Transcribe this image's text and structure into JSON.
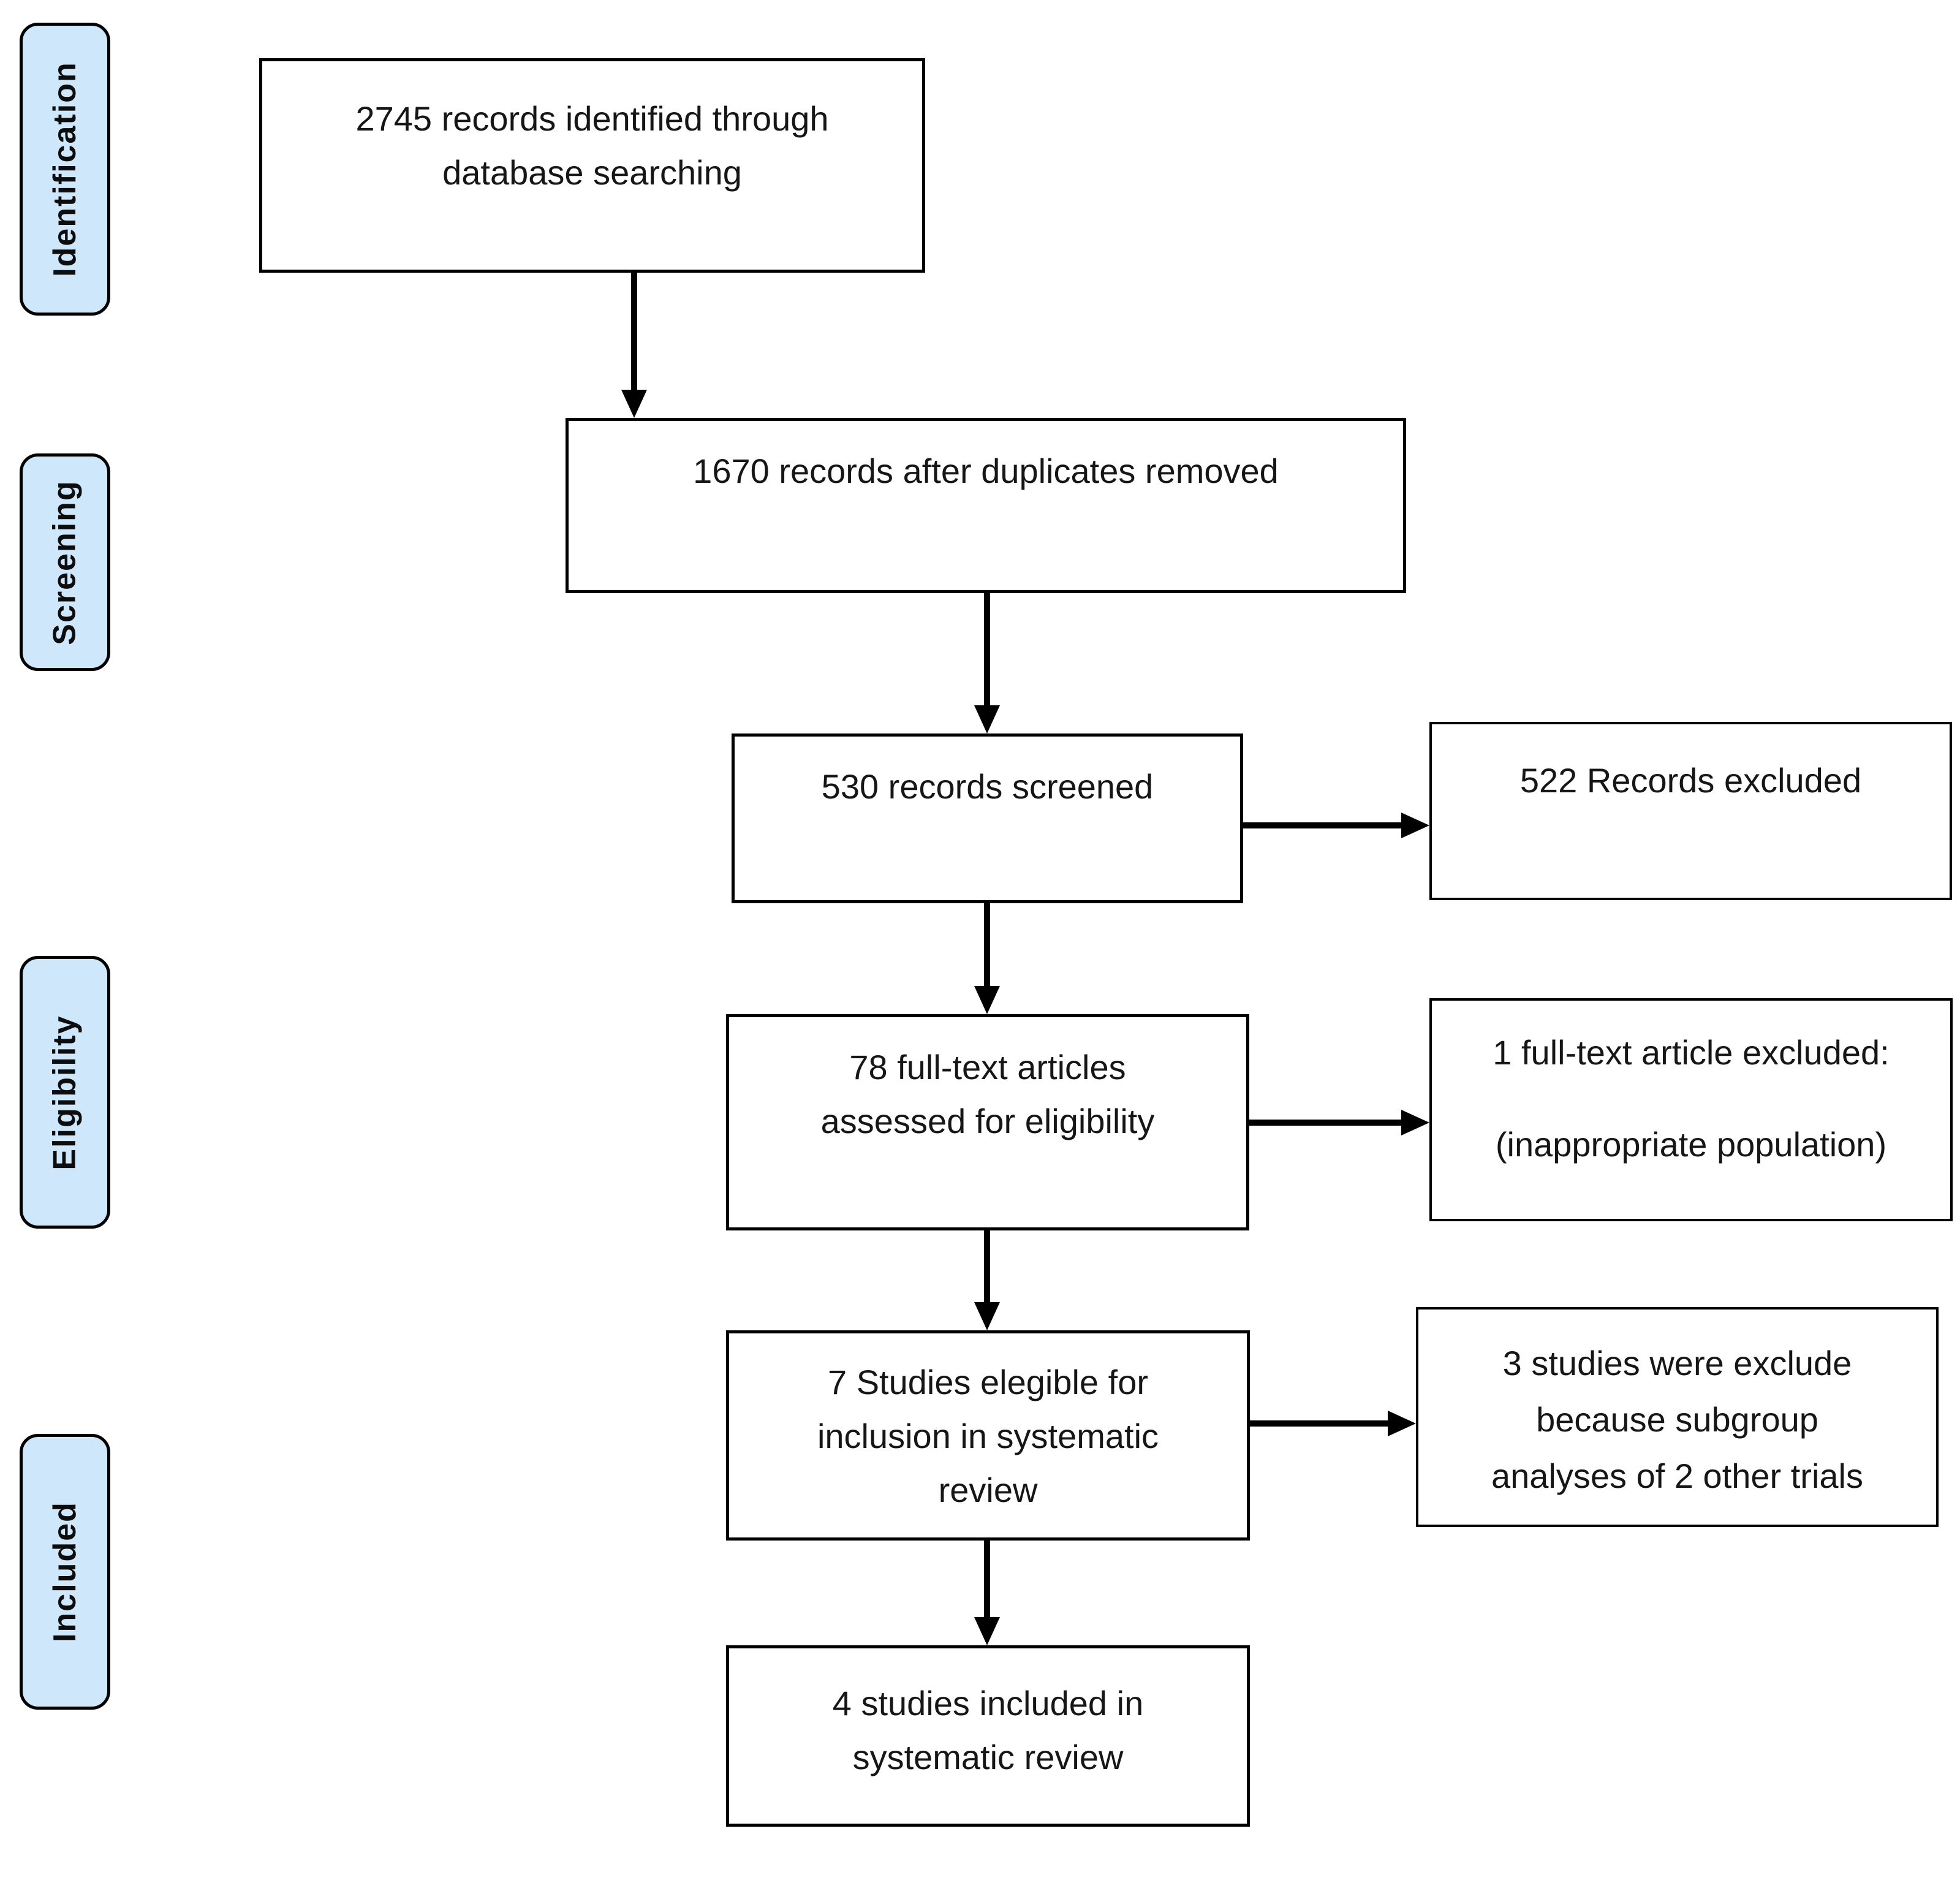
{
  "diagram": {
    "type": "prisma-flow-diagram",
    "background_color": "#ffffff",
    "box_border_color": "#000000",
    "text_color": "#161616",
    "sidebar": {
      "fill_color": "#cfe7fa",
      "labels": [
        "Identification",
        "Screening",
        "Eligibility",
        "Included"
      ]
    },
    "flow_boxes": {
      "identified": "2745 records identified through\ndatabase searching",
      "deduplicated": "1670 records after duplicates removed",
      "screened": "530 records screened",
      "fulltext_assessed": "78 full-text articles\nassessed for eligibility",
      "eligible": "7 Studies elegible for\ninclusion in systematic\nreview",
      "included": "4 studies included in\nsystematic review"
    },
    "exclusion_boxes": {
      "records_excluded": "522 Records excluded",
      "fulltext_excluded": "1 full-text article excluded:\n(inappropriate population)",
      "studies_excluded": "3 studies were exclude\nbecause subgroup\nanalyses of 2 other trials"
    }
  }
}
